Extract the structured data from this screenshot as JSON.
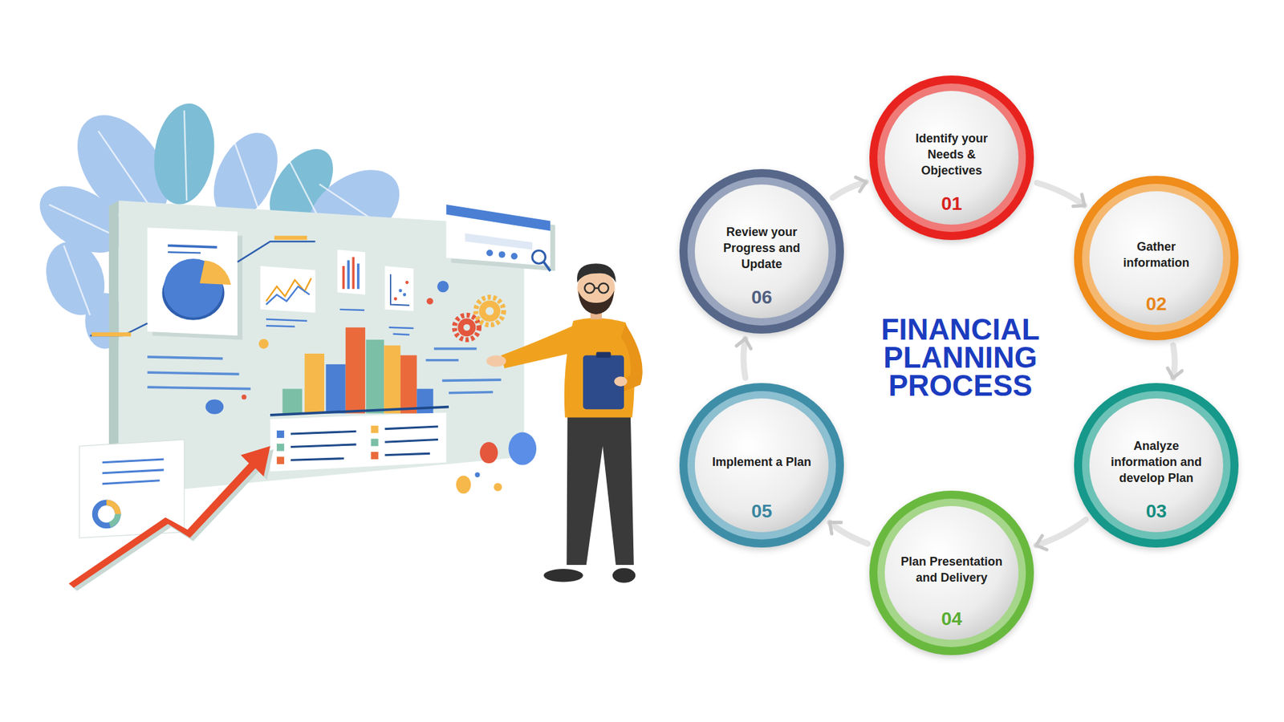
{
  "diagram": {
    "title": "FINANCIAL PLANNING PROCESS",
    "nodes": [
      {
        "text": [
          "Identify your Needs & Objectives",
          "01"
        ]
      },
      {
        "text": [
          "Gather information",
          "02"
        ]
      },
      {
        "text": [
          "Analyze information and develop Plan",
          "03"
        ]
      },
      {
        "text": [
          "Plan Presentation and Delivery",
          "04"
        ]
      },
      {
        "text": [
          "Implement a Plan",
          "05"
        ]
      },
      {
        "text": [
          "Review your Progress and Update",
          "06"
        ]
      }
    ],
    "edges": [
      {
        "from": 0,
        "to": 1,
        "arrow": "to"
      },
      {
        "from": 1,
        "to": 2,
        "arrow": "to"
      },
      {
        "from": 2,
        "to": 3,
        "arrow": "to"
      },
      {
        "from": 3,
        "to": 4,
        "arrow": "to"
      },
      {
        "from": 4,
        "to": 5,
        "arrow": "to"
      },
      {
        "from": 5,
        "to": 0,
        "arrow": "to"
      }
    ]
  }
}
